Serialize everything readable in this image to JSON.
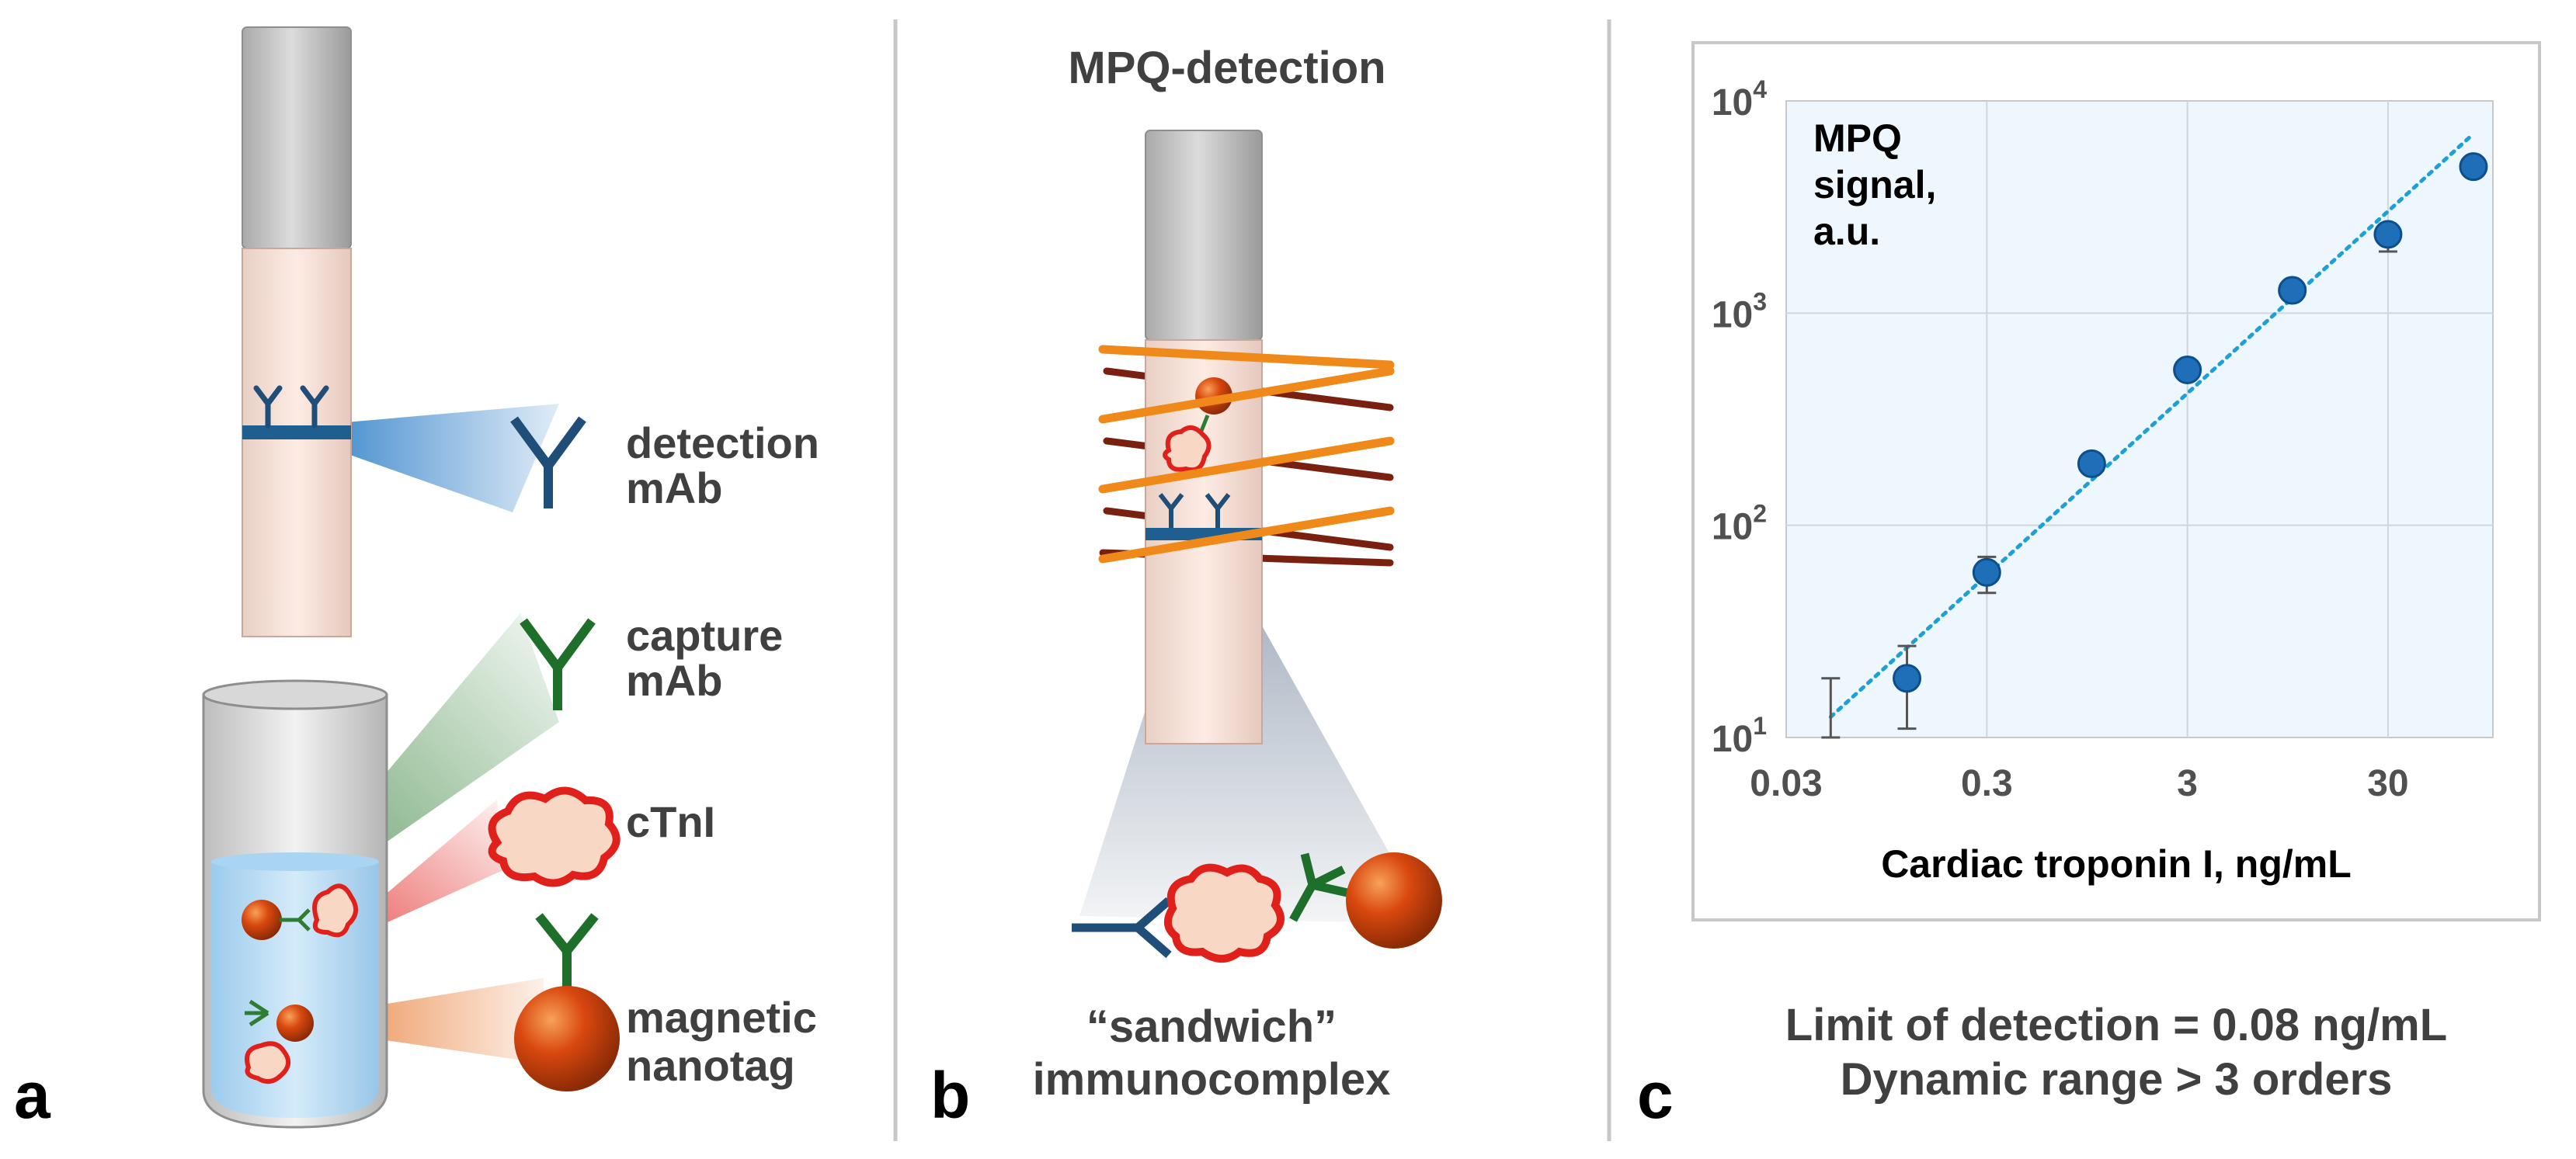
{
  "panels": {
    "a": {
      "letter": "a",
      "labels": {
        "detection_line1": "detection",
        "detection_line2": "mAb",
        "capture_line1": "capture",
        "capture_line2": "mAb",
        "ctni": "cTnI",
        "nanotag_line1": "magnetic",
        "nanotag_line2": "nanotag"
      }
    },
    "b": {
      "letter": "b",
      "title": "MPQ-detection",
      "caption_line1": "“sandwich”",
      "caption_line2": "immunocomplex"
    },
    "c": {
      "letter": "c",
      "summary_line1": "Limit of detection = 0.08 ng/mL",
      "summary_line2": "Dynamic range > 3 orders"
    }
  },
  "colors": {
    "strip_gray": "#c8c8c8",
    "strip_pad": "#fbe6dc",
    "detection_ab": "#1f4e79",
    "capture_ab": "#2e7d32",
    "ctni_fill": "#f8d7c4",
    "ctni_outline": "#e0201b",
    "nanotag": "#d24a0e",
    "liquid": "#bfe0f6",
    "coil_front": "#ef8a1a",
    "coil_back": "#7a2010",
    "plot_bg": "#eef7fd",
    "data_point": "#1e6fb8",
    "fit_line": "#1ea0d6"
  },
  "chart_data": {
    "type": "scatter",
    "xscale": "log",
    "yscale": "log",
    "xlabel": "Cardiac troponin I, ng/mL",
    "ylabel_lines": [
      "MPQ",
      "signal,",
      "a.u."
    ],
    "xticks": [
      "0.03",
      "0.3",
      "3",
      "30"
    ],
    "xtick_values": [
      0.03,
      0.3,
      3,
      30
    ],
    "yticks": [
      {
        "base": "10",
        "exp": "1",
        "value": 10
      },
      {
        "base": "10",
        "exp": "2",
        "value": 100
      },
      {
        "base": "10",
        "exp": "3",
        "value": 1000
      },
      {
        "base": "10",
        "exp": "4",
        "value": 10000
      }
    ],
    "xlim": [
      0.03,
      100
    ],
    "ylim": [
      10,
      10000
    ],
    "grid": true,
    "points": [
      {
        "x": 0.12,
        "y": 19,
        "err_low": 11,
        "err_high": 27
      },
      {
        "x": 0.3,
        "y": 60,
        "err_low": 48,
        "err_high": 71
      },
      {
        "x": 1,
        "y": 195
      },
      {
        "x": 3,
        "y": 540
      },
      {
        "x": 10,
        "y": 1280
      },
      {
        "x": 30,
        "y": 2350,
        "err_low": 1950,
        "err_high": 2600
      },
      {
        "x": 80,
        "y": 4900
      }
    ],
    "lod_marker": {
      "x": 0.05,
      "err_low": 10,
      "err_high": 19
    },
    "fit_line": {
      "type": "power",
      "x_from": 0.05,
      "x_to": 80,
      "y_from": 12.5,
      "y_to": 7000
    }
  }
}
